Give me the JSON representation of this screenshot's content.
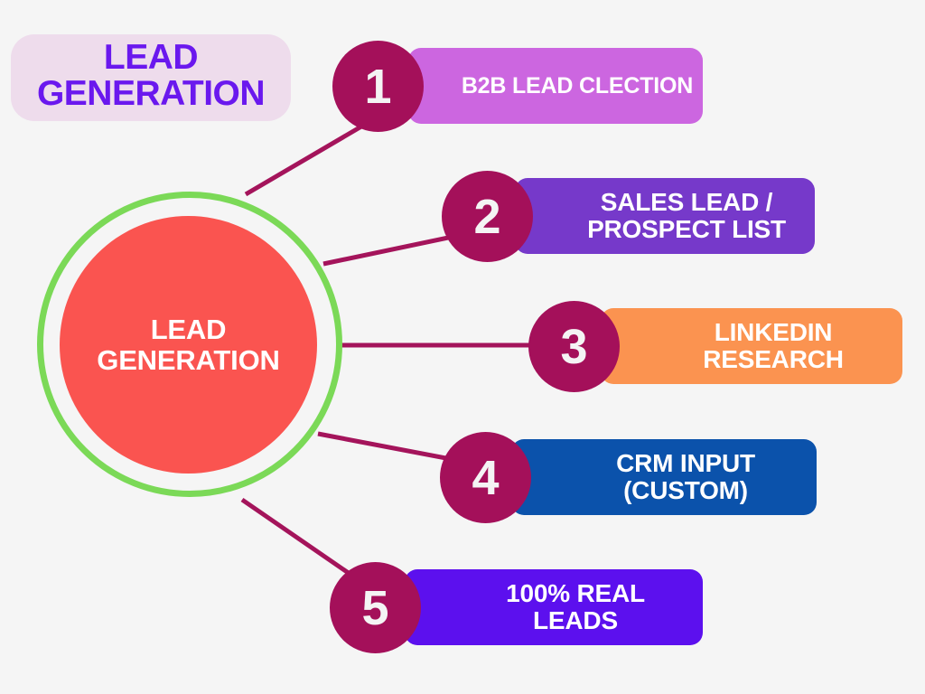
{
  "page": {
    "background_color": "#F5F5F5"
  },
  "title": {
    "line1": "LEAD",
    "line2": "GENERATION",
    "text_color": "#6A18EE",
    "background_color": "#EEDCEC"
  },
  "hub": {
    "label": "LEAD\nGENERATION",
    "fill_color": "#FA5450",
    "ring_color": "#7BD957",
    "text_color": "#FFFFFF"
  },
  "connector": {
    "color": "#A4145B",
    "width": 5
  },
  "badge": {
    "color": "#A4105A",
    "text_color": "#F4F4F4"
  },
  "steps": [
    {
      "number": "1",
      "label": "B2B LEAD CLECTION",
      "color": "#CC66E0",
      "font_size": 25
    },
    {
      "number": "2",
      "label": "SALES LEAD /\nPROSPECT LIST",
      "color": "#7639CA",
      "font_size": 28
    },
    {
      "number": "3",
      "label": "LINKEDIN\nRESEARCH",
      "color": "#FB9350",
      "font_size": 28
    },
    {
      "number": "4",
      "label": "CRM INPUT\n(CUSTOM)",
      "color": "#0B52AB",
      "font_size": 28
    },
    {
      "number": "5",
      "label": "100% REAL\nLEADS",
      "color": "#5C10EE",
      "font_size": 28
    }
  ]
}
